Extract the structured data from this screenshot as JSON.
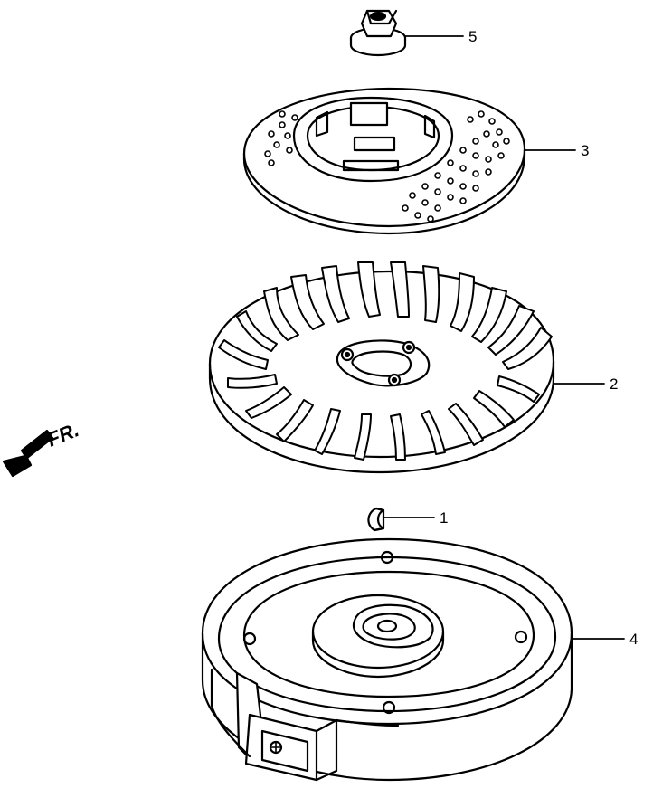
{
  "diagram": {
    "direction_label": "FR.",
    "callouts": [
      {
        "id": "5",
        "label": "5",
        "part": "flange-nut"
      },
      {
        "id": "3",
        "label": "3",
        "part": "starter-pulley"
      },
      {
        "id": "2",
        "label": "2",
        "part": "cooling-fan"
      },
      {
        "id": "1",
        "label": "1",
        "part": "woodruff-key"
      },
      {
        "id": "4",
        "label": "4",
        "part": "flywheel"
      }
    ],
    "colors": {
      "line": "#000000",
      "background": "#ffffff"
    }
  }
}
